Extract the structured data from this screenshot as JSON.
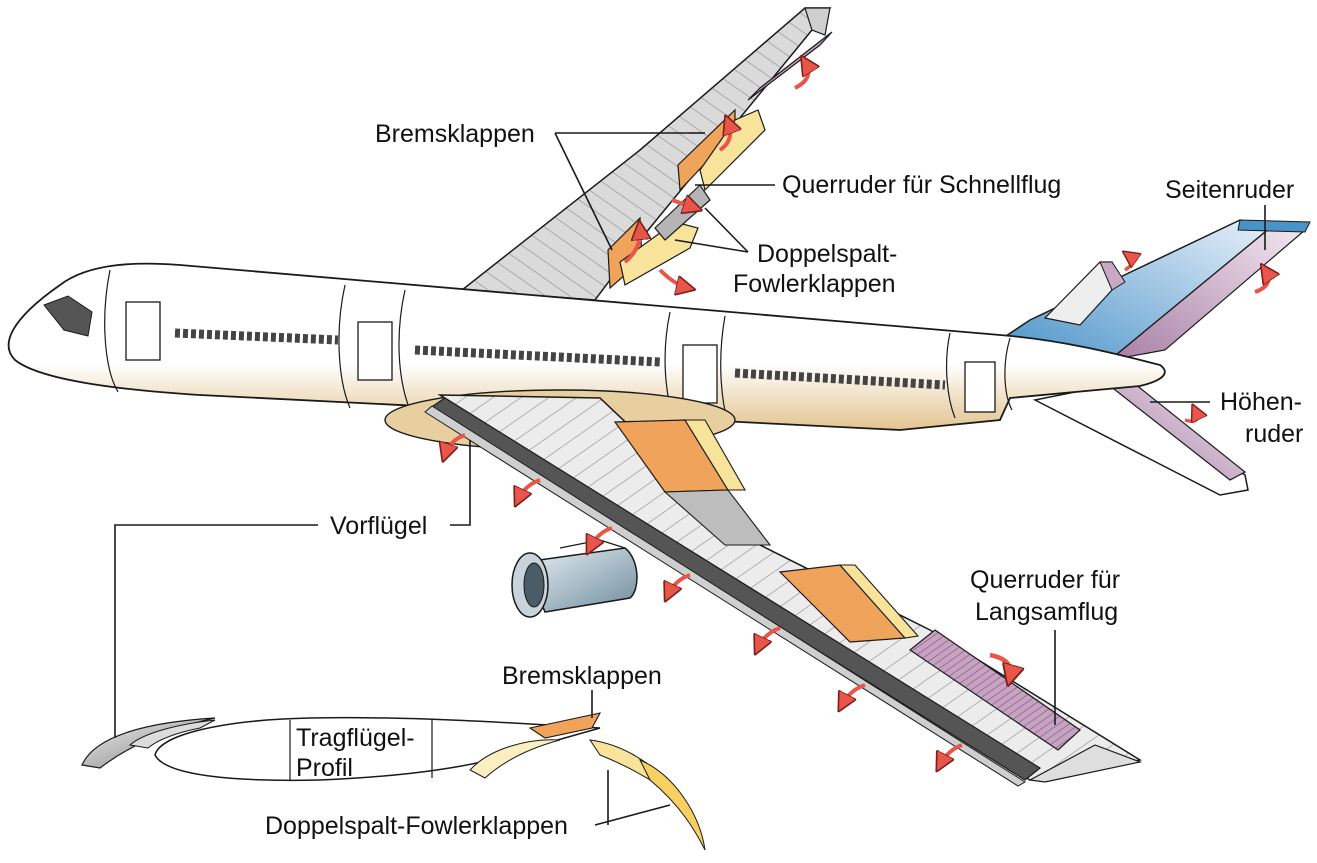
{
  "labels": {
    "bremsklappen_top": "Bremsklappen",
    "querruder_schnell": "Querruder für Schnellflug",
    "seitenruder": "Seitenruder",
    "doppelspalt_top_1": "Doppelspalt-",
    "doppelspalt_top_2": "Fowlerklappen",
    "hoehenruder_1": "Höhen-",
    "hoehenruder_2": "ruder",
    "vorfluegel": "Vorflügel",
    "querruder_langsam_1": "Querruder für",
    "querruder_langsam_2": "Langsamflug",
    "bremsklappen_profile": "Bremsklappen",
    "tragfluegel_1": "Tragflügel-",
    "tragfluegel_2": "Profil",
    "doppelspalt_profile": "Doppelspalt-Fowlerklappen"
  },
  "colors": {
    "fuselage": "#ffffff",
    "belly_shade": "#e3c48f",
    "outline": "#1a1a1a",
    "spoiler": "#f0a35b",
    "flap": "#f8e39a",
    "arrow": "#e8554b",
    "tail_blue": "#9fc2e6",
    "rudder": "#c9a8c4",
    "wing_grey": "#d6d6d6",
    "slat_dark": "#555555"
  }
}
